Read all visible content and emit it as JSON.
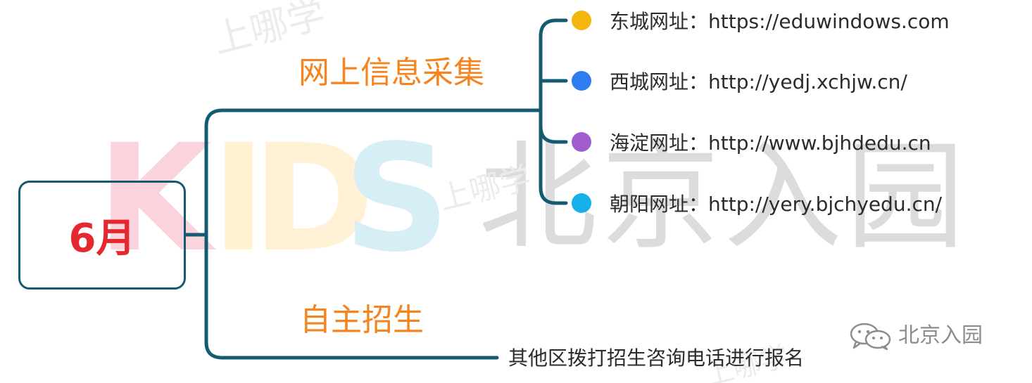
{
  "root": {
    "label": "6月"
  },
  "branches": [
    {
      "label": "网上信息采集",
      "children": [
        {
          "label": "东城网址：https://eduwindows.com",
          "color": "#f5b50f"
        },
        {
          "label": "西城网址：http://yedj.xchjw.cn/",
          "color": "#2f7bf0"
        },
        {
          "label": "海淀网址：http://www.bjhdedu.cn",
          "color": "#a35ccf"
        },
        {
          "label": "朝阳网址：http://yery.bjchyedu.cn/",
          "color": "#18b0e8"
        }
      ]
    },
    {
      "label": "自主招生",
      "note": "其他区拨打招生咨询电话进行报名"
    }
  ],
  "watermark": {
    "kids": [
      "K",
      "I",
      "D",
      "S"
    ],
    "main": "北京入园",
    "small": "上哪学",
    "brand": "北京入园"
  },
  "colors": {
    "connector": "#145b72",
    "root_text": "#e5282f",
    "branch_text": "#f5841f"
  }
}
